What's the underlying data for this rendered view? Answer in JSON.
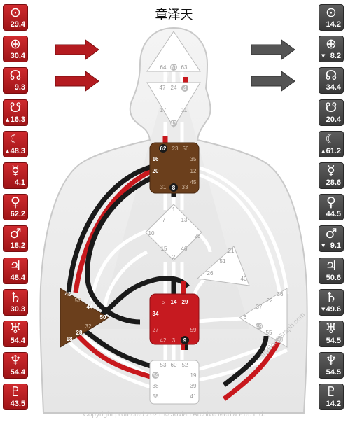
{
  "title": "章泽天",
  "copyright": "Copyright protected 2021 © Jovian Archive Media Pte. Ltd.",
  "watermark": "myBodyGraph.com",
  "colors": {
    "design_red": "#c8181d",
    "personality_dark": "#4a4a4a",
    "black_channel": "#1a1a1a",
    "brown_center": "#6b3f1c",
    "root_red": "#c61a20"
  },
  "design_column": [
    {
      "icon": "sun-icon",
      "symbol": "⊙",
      "value": "29.4",
      "marker": ""
    },
    {
      "icon": "earth-icon",
      "symbol": "⊕",
      "value": "30.4",
      "marker": ""
    },
    {
      "icon": "north-node-icon",
      "symbol": "☊",
      "value": "9.3",
      "marker": ""
    },
    {
      "icon": "south-node-icon",
      "symbol": "☋",
      "value": "16.3",
      "marker": "up"
    },
    {
      "icon": "moon-icon",
      "symbol": "☾",
      "value": "48.3",
      "marker": "up"
    },
    {
      "icon": "mercury-icon",
      "symbol": "☿",
      "value": "4.1",
      "marker": ""
    },
    {
      "icon": "venus-icon",
      "symbol": "♀",
      "value": "62.2",
      "marker": ""
    },
    {
      "icon": "mars-icon",
      "symbol": "♂",
      "value": "18.2",
      "marker": ""
    },
    {
      "icon": "jupiter-icon",
      "symbol": "♃",
      "value": "48.4",
      "marker": ""
    },
    {
      "icon": "saturn-icon",
      "symbol": "♄",
      "value": "30.3",
      "marker": ""
    },
    {
      "icon": "uranus-icon",
      "symbol": "♅",
      "value": "54.4",
      "marker": ""
    },
    {
      "icon": "neptune-icon",
      "symbol": "♆",
      "value": "54.4",
      "marker": ""
    },
    {
      "icon": "pluto-icon",
      "symbol": "♇",
      "value": "43.5",
      "marker": ""
    }
  ],
  "personality_column": [
    {
      "icon": "sun-icon",
      "symbol": "⊙",
      "value": "14.2",
      "marker": ""
    },
    {
      "icon": "earth-icon",
      "symbol": "⊕",
      "value": "8.2",
      "marker": "down"
    },
    {
      "icon": "north-node-icon",
      "symbol": "☊",
      "value": "34.4",
      "marker": ""
    },
    {
      "icon": "south-node-icon",
      "symbol": "☋",
      "value": "20.4",
      "marker": ""
    },
    {
      "icon": "moon-icon",
      "symbol": "☾",
      "value": "61.2",
      "marker": "up"
    },
    {
      "icon": "mercury-icon",
      "symbol": "☿",
      "value": "28.6",
      "marker": ""
    },
    {
      "icon": "venus-icon",
      "symbol": "♀",
      "value": "44.5",
      "marker": ""
    },
    {
      "icon": "mars-icon",
      "symbol": "♂",
      "value": "9.1",
      "marker": "down"
    },
    {
      "icon": "jupiter-icon",
      "symbol": "♃",
      "value": "50.6",
      "marker": ""
    },
    {
      "icon": "saturn-icon",
      "symbol": "♄",
      "value": "49.6",
      "marker": "down"
    },
    {
      "icon": "uranus-icon",
      "symbol": "♅",
      "value": "54.5",
      "marker": ""
    },
    {
      "icon": "neptune-icon",
      "symbol": "♆",
      "value": "54.5",
      "marker": ""
    },
    {
      "icon": "pluto-icon",
      "symbol": "♇",
      "value": "14.2",
      "marker": ""
    }
  ],
  "gates": {
    "head": [
      "64",
      "61",
      "63"
    ],
    "ajna": [
      "47",
      "24",
      "4",
      "17",
      "11",
      "43"
    ],
    "throat": [
      "62",
      "23",
      "56",
      "16",
      "35",
      "20",
      "12",
      "45",
      "31",
      "8",
      "33"
    ],
    "g": [
      "7",
      "1",
      "13",
      "10",
      "25",
      "15",
      "2",
      "46"
    ],
    "ego": [
      "21",
      "51",
      "26",
      "40"
    ],
    "sacral": [
      "5",
      "14",
      "29",
      "34",
      "27",
      "59",
      "42",
      "3",
      "9"
    ],
    "spleen": [
      "48",
      "57",
      "44",
      "50",
      "32",
      "28",
      "18"
    ],
    "solar": [
      "36",
      "22",
      "37",
      "6",
      "49",
      "55",
      "30"
    ],
    "root": [
      "53",
      "60",
      "52",
      "54",
      "19",
      "38",
      "39",
      "58",
      "41"
    ]
  }
}
